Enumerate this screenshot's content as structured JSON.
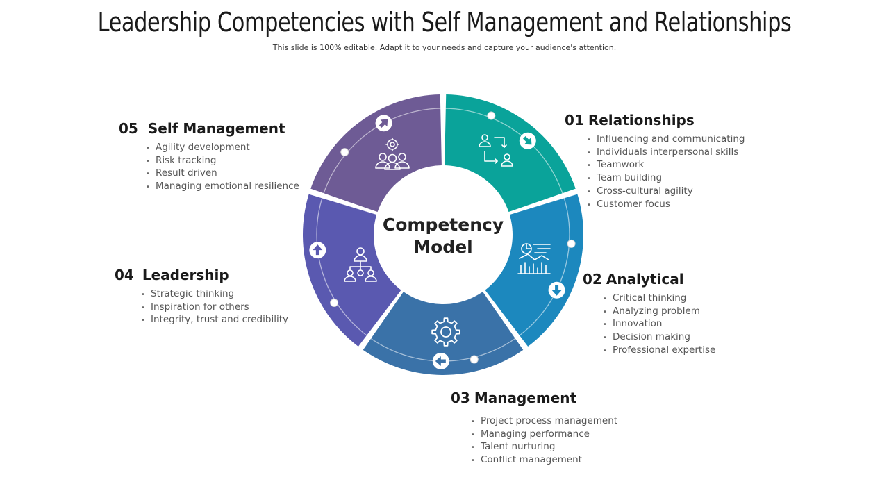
{
  "header": {
    "title": "Leadership Competencies with Self Management and Relationships",
    "subtitle": "This slide is 100% editable. Adapt it to your needs and capture your audience's attention."
  },
  "center": {
    "line1": "Competency",
    "line2": "Model"
  },
  "segments": [
    {
      "num": "01",
      "title": "Relationships",
      "color": "#0aa39a",
      "icon": "people-connection-icon",
      "arrow": "arrow-down-right-icon",
      "items": [
        "Influencing and communicating",
        "Individuals interpersonal skills",
        "Teamwork",
        "Team building",
        "Cross-cultural agility",
        "Customer focus"
      ]
    },
    {
      "num": "02",
      "title": "Analytical",
      "color": "#1c88be",
      "icon": "analytics-chart-icon",
      "arrow": "arrow-down-icon",
      "items": [
        "Critical thinking",
        "Analyzing problem",
        "Innovation",
        "Decision making",
        "Professional expertise"
      ]
    },
    {
      "num": "03",
      "title": "Management",
      "color": "#3a72a8",
      "icon": "gear-icon",
      "arrow": "arrow-left-icon",
      "items": [
        "Project process management",
        "Managing performance",
        "Talent nurturing",
        "Conflict management"
      ]
    },
    {
      "num": "04",
      "title": "Leadership",
      "color": "#5a59b0",
      "icon": "hierarchy-team-icon",
      "arrow": "arrow-up-icon",
      "items": [
        "Strategic thinking",
        "Inspiration for others",
        "Integrity, trust and credibility"
      ]
    },
    {
      "num": "05",
      "title": "Self Management",
      "color": "#6e5b95",
      "icon": "team-gear-icon",
      "arrow": "arrow-up-right-icon",
      "items": [
        "Agility development",
        "Risk tracking",
        "Result driven",
        "Managing emotional resilience"
      ]
    }
  ]
}
